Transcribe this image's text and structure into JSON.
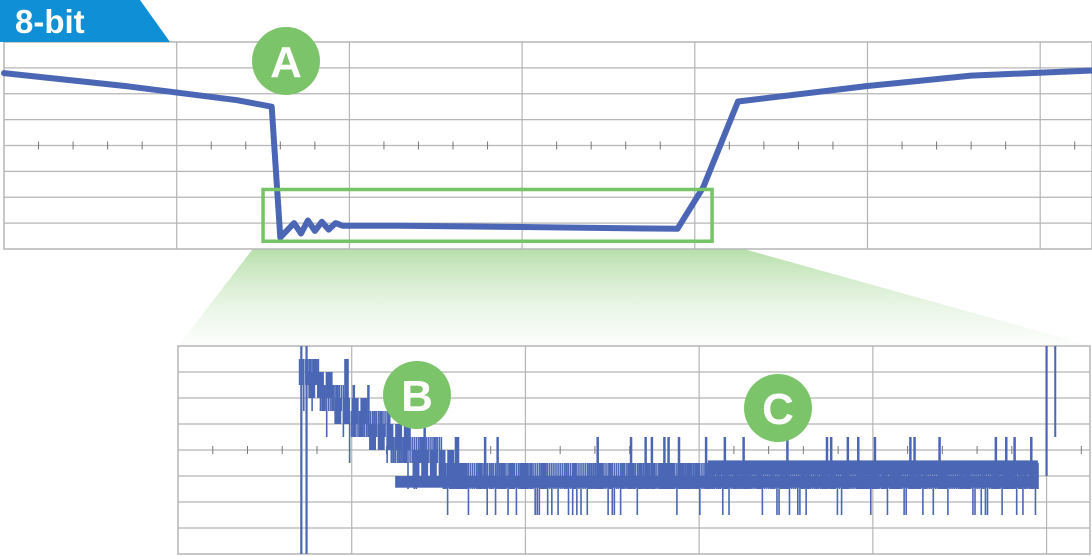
{
  "badge": {
    "label": "8-bit"
  },
  "colors": {
    "trace": "#4a66b5",
    "badge": "#0f8fd6",
    "marker": "#7cc46a",
    "highlight": "#76c466",
    "grid": "#b5b5b5",
    "tick": "#777777"
  },
  "markers": {
    "a": "A",
    "b": "B",
    "c": "C"
  },
  "chart_data": [
    {
      "type": "line",
      "title": "",
      "grid": true,
      "grid_divisions": {
        "x": 6,
        "y": 8
      },
      "x": [
        0,
        0.7,
        1.35,
        1.55,
        1.6,
        1.68,
        1.72,
        1.76,
        1.8,
        1.84,
        1.88,
        1.92,
        1.96,
        2.3,
        3.0,
        3.6,
        3.9,
        4.05,
        4.25,
        5.0,
        5.6,
        6.3
      ],
      "y": [
        6.8,
        6.3,
        5.75,
        5.5,
        0.45,
        1.0,
        0.6,
        1.1,
        0.7,
        1.05,
        0.75,
        1.0,
        0.9,
        0.9,
        0.85,
        0.8,
        0.78,
        2.4,
        5.7,
        6.3,
        6.7,
        6.9
      ],
      "highlight_box": {
        "x": [
          1.5,
          4.1
        ],
        "y": [
          0.3,
          2.3
        ]
      }
    },
    {
      "type": "line",
      "title": "",
      "grid": true,
      "grid_divisions": {
        "x": 5,
        "y": 8
      },
      "signal": [
        [
          0.3,
          7.8
        ],
        [
          0.5,
          7.6
        ],
        [
          0.7,
          7.1
        ],
        [
          0.85,
          6.3
        ],
        [
          1.0,
          5.4
        ],
        [
          1.2,
          4.6
        ],
        [
          1.4,
          3.8
        ],
        [
          1.6,
          3.3
        ],
        [
          1.8,
          3.0
        ],
        [
          2.2,
          2.8
        ],
        [
          2.8,
          2.75
        ],
        [
          3.6,
          2.8
        ],
        [
          4.4,
          2.85
        ],
        [
          4.95,
          3.0
        ],
        [
          5.0,
          8.0
        ]
      ],
      "quantization_levels": [
        1.5,
        2.5,
        3.5,
        4.5,
        5.5,
        6.5,
        7.5
      ]
    }
  ]
}
